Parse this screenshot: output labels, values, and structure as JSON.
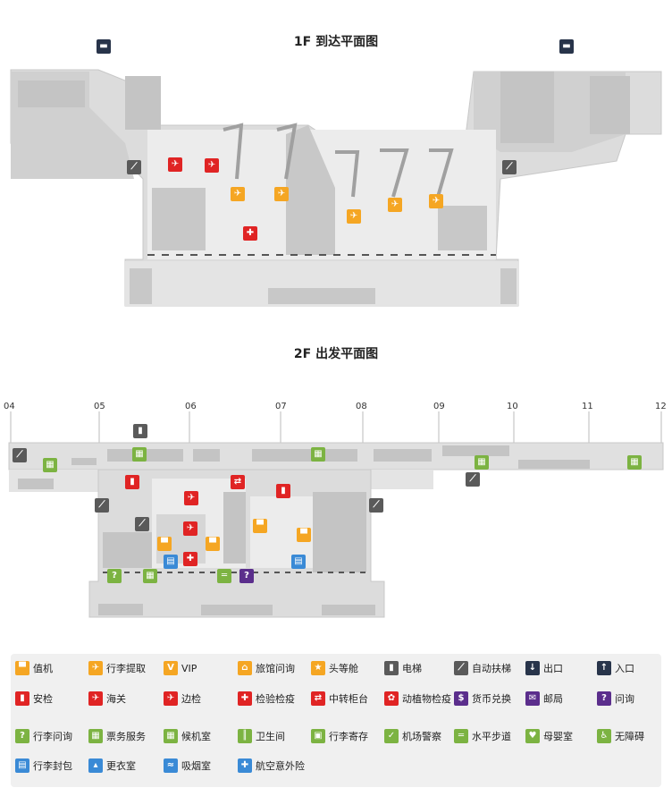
{
  "floors": [
    {
      "title": "1F  到达平面图"
    },
    {
      "title": "2F  出发平面图"
    }
  ],
  "gates": [
    "04",
    "05",
    "06",
    "07",
    "08",
    "09",
    "10",
    "11",
    "12"
  ],
  "icons": {
    "bus": "bus-icon",
    "escalator": "escalator-icon",
    "baggage_claim": "baggage-claim-icon",
    "security": "security-icon",
    "elevator": "elevator-icon",
    "question": "question-icon"
  },
  "colors": {
    "orange": "#f5a623",
    "red": "#e02424",
    "green": "#7cb342",
    "blue": "#3a8ad6",
    "gray": "#5a5a5a",
    "purple": "#5b2e8c",
    "navy": "#28344a",
    "building": "#dcdcdc",
    "building_dark": "#c4c4c4"
  },
  "legend": [
    {
      "label": "值机",
      "icon": "checkin-icon",
      "color": "orange"
    },
    {
      "label": "行李提取",
      "icon": "baggage-claim-icon",
      "color": "orange"
    },
    {
      "label": "VIP",
      "icon": "vip-icon",
      "color": "orange"
    },
    {
      "label": "旅馆问询",
      "icon": "hotel-info-icon",
      "color": "orange"
    },
    {
      "label": "头等舱",
      "icon": "first-class-icon",
      "color": "orange"
    },
    {
      "label": "电梯",
      "icon": "elevator-icon",
      "color": "gray"
    },
    {
      "label": "自动扶梯",
      "icon": "escalator-icon",
      "color": "gray"
    },
    {
      "label": "出口",
      "icon": "exit-icon",
      "color": "navy"
    },
    {
      "label": "入口",
      "icon": "entrance-icon",
      "color": "navy"
    },
    {
      "label": "安检",
      "icon": "security-icon",
      "color": "red"
    },
    {
      "label": "海关",
      "icon": "customs-icon",
      "color": "red"
    },
    {
      "label": "边检",
      "icon": "border-control-icon",
      "color": "red"
    },
    {
      "label": "检验检疫",
      "icon": "quarantine-icon",
      "color": "red"
    },
    {
      "label": "中转柜台",
      "icon": "transfer-counter-icon",
      "color": "red"
    },
    {
      "label": "动植物检疫",
      "icon": "plant-animal-quarantine-icon",
      "color": "red"
    },
    {
      "label": "货币兑换",
      "icon": "currency-exchange-icon",
      "color": "purple"
    },
    {
      "label": "邮局",
      "icon": "post-office-icon",
      "color": "purple"
    },
    {
      "label": "问询",
      "icon": "question-icon",
      "color": "purple"
    },
    {
      "label": "行李问询",
      "icon": "baggage-info-icon",
      "color": "green"
    },
    {
      "label": "票务服务",
      "icon": "ticket-service-icon",
      "color": "green"
    },
    {
      "label": "候机室",
      "icon": "waiting-room-icon",
      "color": "green"
    },
    {
      "label": "卫生间",
      "icon": "restroom-icon",
      "color": "green"
    },
    {
      "label": "行李寄存",
      "icon": "baggage-storage-icon",
      "color": "green"
    },
    {
      "label": "机场警察",
      "icon": "airport-police-icon",
      "color": "green"
    },
    {
      "label": "水平步道",
      "icon": "moving-walkway-icon",
      "color": "green"
    },
    {
      "label": "母婴室",
      "icon": "nursery-icon",
      "color": "green"
    },
    {
      "label": "无障碍",
      "icon": "accessibility-icon",
      "color": "green"
    },
    {
      "label": "行李封包",
      "icon": "baggage-wrap-icon",
      "color": "blue"
    },
    {
      "label": "更衣室",
      "icon": "changing-room-icon",
      "color": "blue"
    },
    {
      "label": "吸烟室",
      "icon": "smoking-room-icon",
      "color": "blue"
    },
    {
      "label": "航空意外险",
      "icon": "flight-insurance-icon",
      "color": "blue"
    }
  ]
}
